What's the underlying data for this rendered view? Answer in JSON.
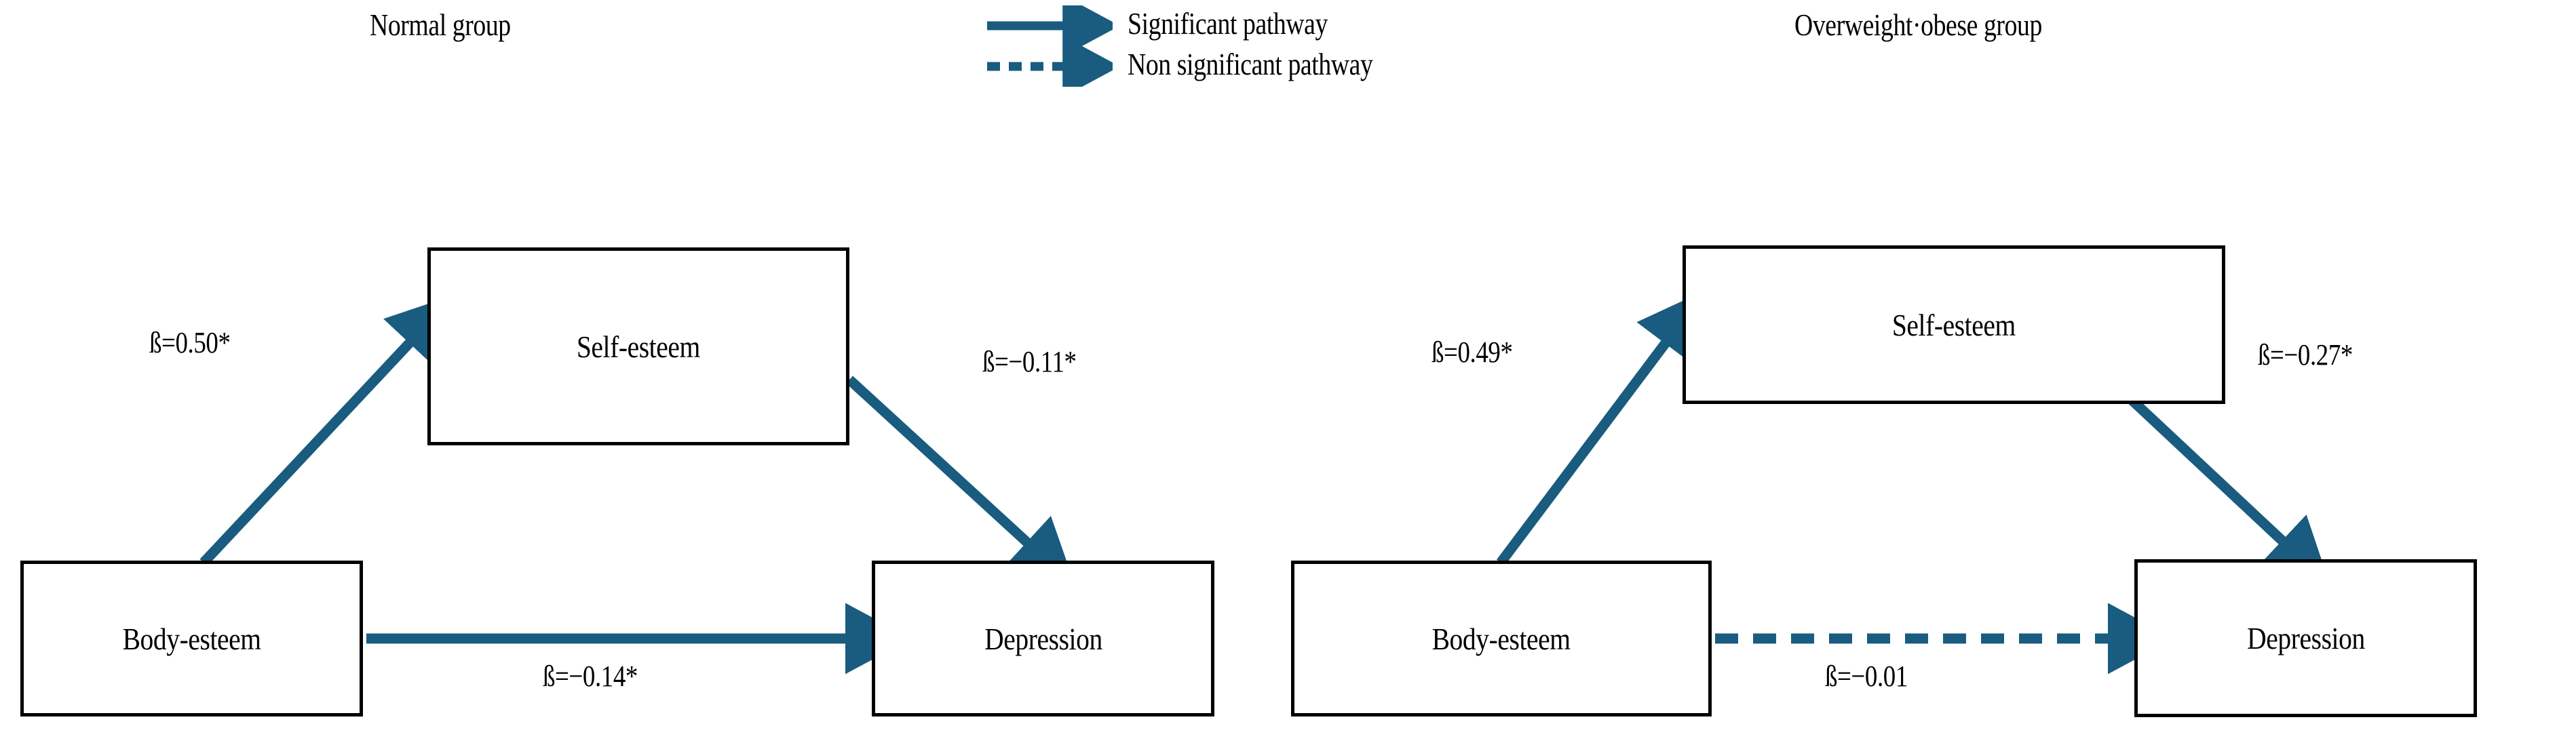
{
  "figure": {
    "type": "path-diagram",
    "accent_color": "#195C7F",
    "box_border_color": "#000000",
    "text_color": "#000000",
    "background": "#ffffff"
  },
  "headers": {
    "left_group": "Normal group",
    "right_group": "Overweight·obese group"
  },
  "legend": {
    "items": [
      {
        "style": "solid",
        "label": "Significant pathway"
      },
      {
        "style": "dashed",
        "label": "Non significant pathway"
      }
    ]
  },
  "panels": [
    {
      "id": "normal-group",
      "title": "Normal group",
      "nodes": [
        {
          "id": "body-esteem",
          "label": "Body-esteem"
        },
        {
          "id": "self-esteem",
          "label": "Self-esteem"
        },
        {
          "id": "depression",
          "label": "Depression"
        }
      ],
      "paths": [
        {
          "from": "body-esteem",
          "to": "self-esteem",
          "label": "ß=0.50*",
          "style": "solid",
          "significant": true,
          "coefficient": 0.5
        },
        {
          "from": "self-esteem",
          "to": "depression",
          "label": "ß=−0.11*",
          "style": "solid",
          "significant": true,
          "coefficient": -0.11
        },
        {
          "from": "body-esteem",
          "to": "depression",
          "label": "ß=−0.14*",
          "style": "solid",
          "significant": true,
          "coefficient": -0.14
        }
      ]
    },
    {
      "id": "overweight-obese-group",
      "title": "Overweight·obese group",
      "nodes": [
        {
          "id": "body-esteem",
          "label": "Body-esteem"
        },
        {
          "id": "self-esteem",
          "label": "Self-esteem"
        },
        {
          "id": "depression",
          "label": "Depression"
        }
      ],
      "paths": [
        {
          "from": "body-esteem",
          "to": "self-esteem",
          "label": "ß=0.49*",
          "style": "solid",
          "significant": true,
          "coefficient": 0.49
        },
        {
          "from": "self-esteem",
          "to": "depression",
          "label": "ß=−0.27*",
          "style": "solid",
          "significant": true,
          "coefficient": -0.27
        },
        {
          "from": "body-esteem",
          "to": "depression",
          "label": "ß=−0.01",
          "style": "dashed",
          "significant": false,
          "coefficient": -0.01
        }
      ]
    }
  ]
}
